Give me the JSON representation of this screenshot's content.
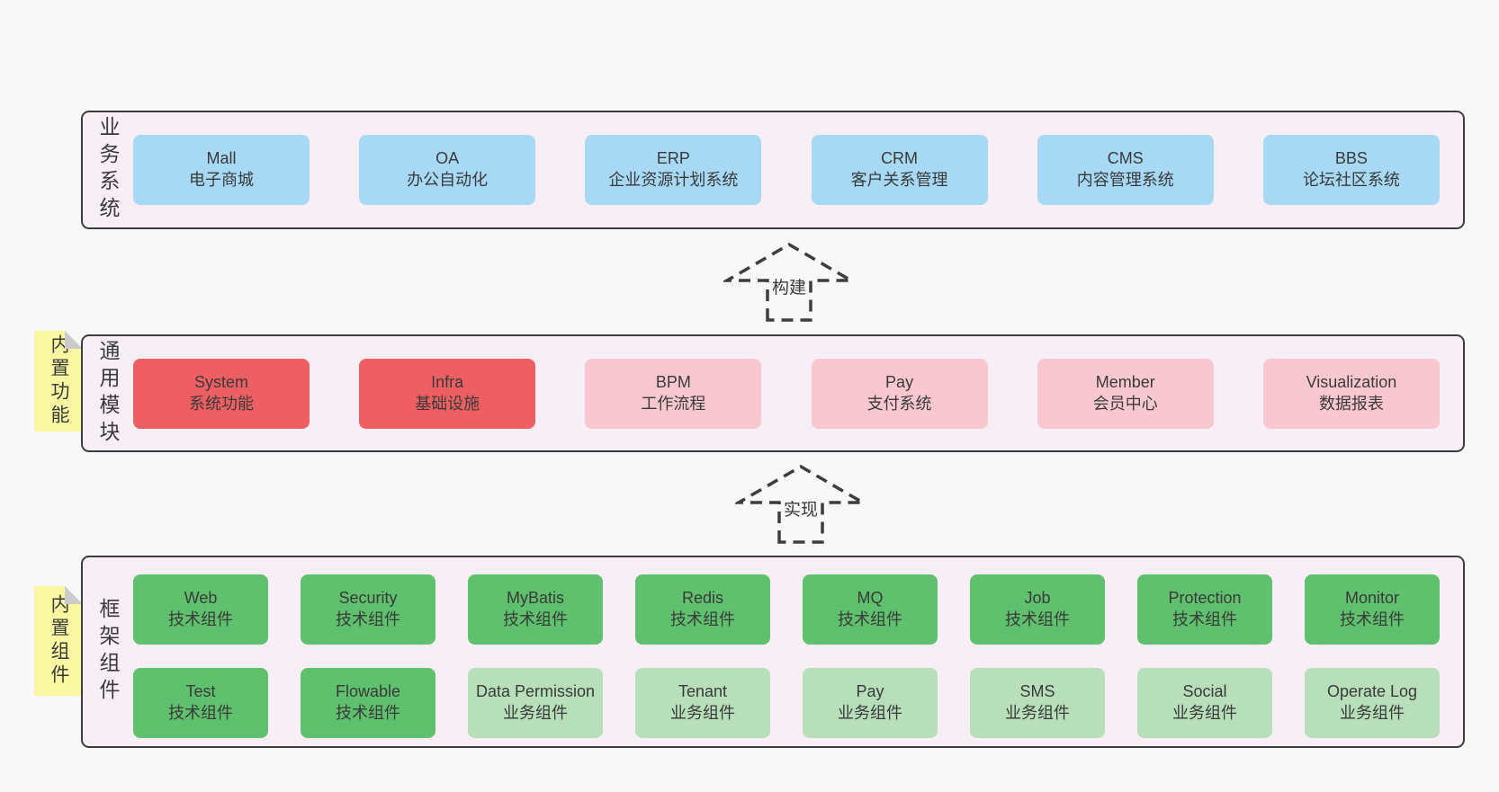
{
  "palette": {
    "page_bg": "#f8f8f8",
    "layer_bg": "#f8eef6",
    "border": "#3d3d3d",
    "text": "#3a3a3a",
    "blue_box": "#a7d9f4",
    "red_box": "#ee5f63",
    "pink_box": "#f9c7d0",
    "green_box": "#5fc16d",
    "light_green_box": "#b7dfb9",
    "note_yellow": "#f9f7a1",
    "note_fold_grey": "#cbcbcb"
  },
  "layers": {
    "business": {
      "label": "业务系统",
      "boxes": [
        {
          "name": "Mall",
          "subtitle": "电子商城",
          "variant": "blue"
        },
        {
          "name": "OA",
          "subtitle": "办公自动化",
          "variant": "blue"
        },
        {
          "name": "ERP",
          "subtitle": "企业资源计划系统",
          "variant": "blue"
        },
        {
          "name": "CRM",
          "subtitle": "客户关系管理",
          "variant": "blue"
        },
        {
          "name": "CMS",
          "subtitle": "内容管理系统",
          "variant": "blue"
        },
        {
          "name": "BBS",
          "subtitle": "论坛社区系统",
          "variant": "blue"
        }
      ]
    },
    "modules": {
      "label": "通用模块",
      "note": "内置功能",
      "boxes": [
        {
          "name": "System",
          "subtitle": "系统功能",
          "variant": "red"
        },
        {
          "name": "Infra",
          "subtitle": "基础设施",
          "variant": "red"
        },
        {
          "name": "BPM",
          "subtitle": "工作流程",
          "variant": "pink"
        },
        {
          "name": "Pay",
          "subtitle": "支付系统",
          "variant": "pink"
        },
        {
          "name": "Member",
          "subtitle": "会员中心",
          "variant": "pink"
        },
        {
          "name": "Visualization",
          "subtitle": "数据报表",
          "variant": "pink"
        }
      ]
    },
    "components": {
      "label": "框架组件",
      "note": "内置组件",
      "row1": [
        {
          "name": "Web",
          "subtitle": "技术组件",
          "variant": "green"
        },
        {
          "name": "Security",
          "subtitle": "技术组件",
          "variant": "green"
        },
        {
          "name": "MyBatis",
          "subtitle": "技术组件",
          "variant": "green"
        },
        {
          "name": "Redis",
          "subtitle": "技术组件",
          "variant": "green"
        },
        {
          "name": "MQ",
          "subtitle": "技术组件",
          "variant": "green"
        },
        {
          "name": "Job",
          "subtitle": "技术组件",
          "variant": "green"
        },
        {
          "name": "Protection",
          "subtitle": "技术组件",
          "variant": "green"
        },
        {
          "name": "Monitor",
          "subtitle": "技术组件",
          "variant": "green"
        }
      ],
      "row2": [
        {
          "name": "Test",
          "subtitle": "技术组件",
          "variant": "green"
        },
        {
          "name": "Flowable",
          "subtitle": "技术组件",
          "variant": "green"
        },
        {
          "name": "Data Permission",
          "subtitle": "业务组件",
          "variant": "lgreen"
        },
        {
          "name": "Tenant",
          "subtitle": "业务组件",
          "variant": "lgreen"
        },
        {
          "name": "Pay",
          "subtitle": "业务组件",
          "variant": "lgreen"
        },
        {
          "name": "SMS",
          "subtitle": "业务组件",
          "variant": "lgreen"
        },
        {
          "name": "Social",
          "subtitle": "业务组件",
          "variant": "lgreen"
        },
        {
          "name": "Operate Log",
          "subtitle": "业务组件",
          "variant": "lgreen"
        }
      ]
    }
  },
  "arrows": {
    "build": {
      "label": "构建"
    },
    "implement": {
      "label": "实现"
    }
  }
}
